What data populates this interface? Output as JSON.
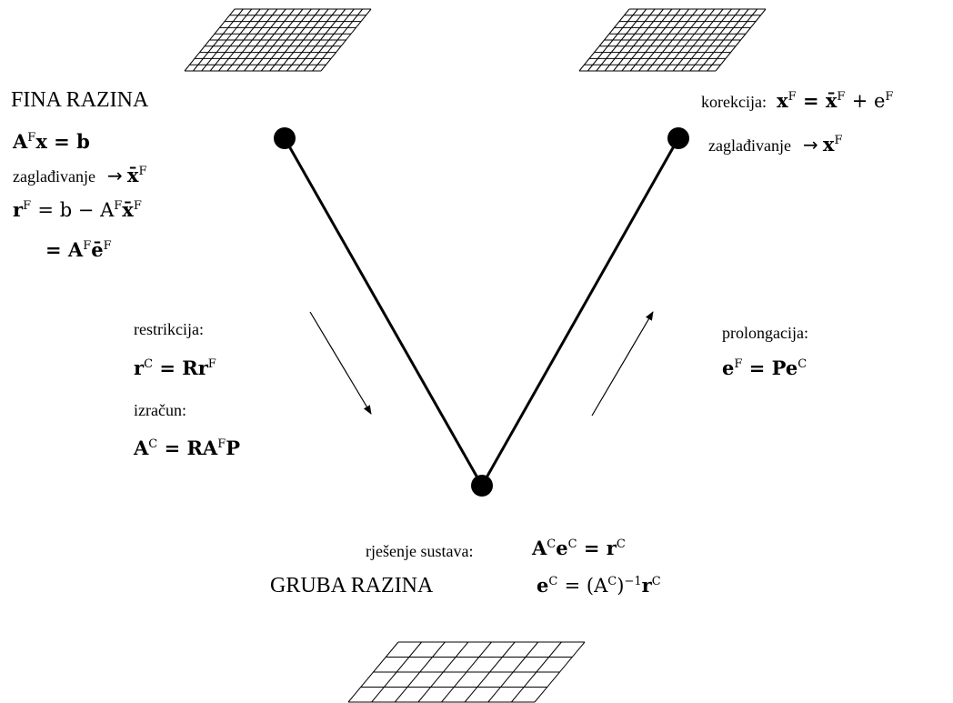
{
  "levels": {
    "fine": "FINA RAZINA",
    "coarse": "GRUBA RAZINA"
  },
  "left": {
    "eq_system": {
      "A": "A",
      "sup": "F",
      "rest": "x = b"
    },
    "smoothing_label": "zaglađivanje",
    "smoothing_arrow": "→",
    "smoothing_result": "x̄",
    "smoothing_sup": "F",
    "residual_line1": "r",
    "residual_line1_sup": "F",
    "residual_line1_rest": "= b − A",
    "residual_line1_sup2": "F",
    "residual_line1_tail": "x̄",
    "residual_line1_sup3": "F",
    "residual_line2": "= A",
    "residual_line2_sup": "F",
    "residual_line2_tail": "ē",
    "residual_line2_sup2": "F"
  },
  "restriction": {
    "label": "restrikcija:",
    "eq_a": "r",
    "eq_a_sup": "C",
    "eq_b": "= Rr",
    "eq_b_sup": "F"
  },
  "computation": {
    "label": "izračun:",
    "eq_a": "A",
    "eq_a_sup": "C",
    "eq_b": "= RA",
    "eq_b_sup": "F",
    "eq_c": "P"
  },
  "prolongation": {
    "label": "prolongacija:",
    "eq_a": "e",
    "eq_a_sup": "F",
    "eq_b": "= Pe",
    "eq_b_sup": "C"
  },
  "correction": {
    "label": "korekcija:",
    "eq_a": "x",
    "eq_a_sup": "F",
    "eq_b": "= x̄",
    "eq_b_sup": "F",
    "eq_c": "+ e",
    "eq_c_sup": "F"
  },
  "post_smoothing": {
    "label": "zaglađivanje",
    "arrow": "→",
    "result": "x",
    "result_sup": "F"
  },
  "solve": {
    "label": "rješenje sustava:",
    "eq1_a": "A",
    "eq1_a_sup": "C",
    "eq1_b": "e",
    "eq1_b_sup": "C",
    "eq1_c": "= r",
    "eq1_c_sup": "C",
    "eq2_a": "e",
    "eq2_a_sup": "C",
    "eq2_b": "= (A",
    "eq2_b_sup": "C",
    "eq2_c": ")",
    "eq2_c_sup": "−1",
    "eq2_d": "r",
    "eq2_d_sup": "C"
  }
}
